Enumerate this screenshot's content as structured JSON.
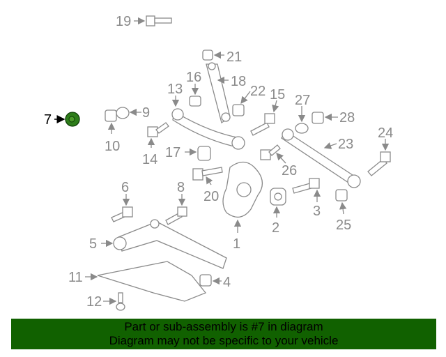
{
  "diagram": {
    "selected_part": "7",
    "highlight_color": "#2e7d1a",
    "callouts": {
      "c1": "1",
      "c2": "2",
      "c3": "3",
      "c4": "4",
      "c5": "5",
      "c6": "6",
      "c7": "7",
      "c8": "8",
      "c9": "9",
      "c10": "10",
      "c11": "11",
      "c12": "12",
      "c13": "13",
      "c14": "14",
      "c15": "15",
      "c16": "16",
      "c17": "17",
      "c18": "18",
      "c19": "19",
      "c20": "20",
      "c21": "21",
      "c22": "22",
      "c23": "23",
      "c24": "24",
      "c25": "25",
      "c26": "26",
      "c27": "27",
      "c28": "28"
    }
  },
  "banner": {
    "line1": "Part or sub-assembly is #7 in diagram",
    "line2": "Diagram may not be specific to your vehicle",
    "color": "#116100"
  }
}
